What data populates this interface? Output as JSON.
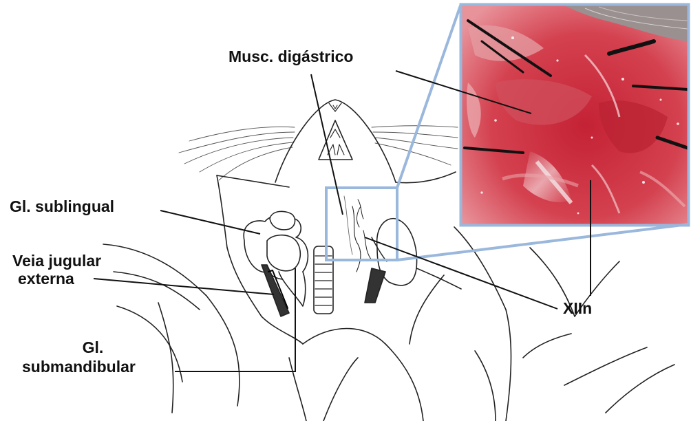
{
  "labels": {
    "digastric": "Musc. digástrico",
    "sublingual": "Gl. sublingual",
    "jugular_line1": "Veia jugular",
    "jugular_line2": "externa",
    "submandibular_line1": "Gl.",
    "submandibular_line2": "submandibular",
    "hypoglossal": "XIIn"
  },
  "colors": {
    "inset_frame": "#9ab7dc",
    "leader_line": "#111111",
    "drawing_ink": "#222222",
    "photo_tissue": "#c92a3a"
  }
}
